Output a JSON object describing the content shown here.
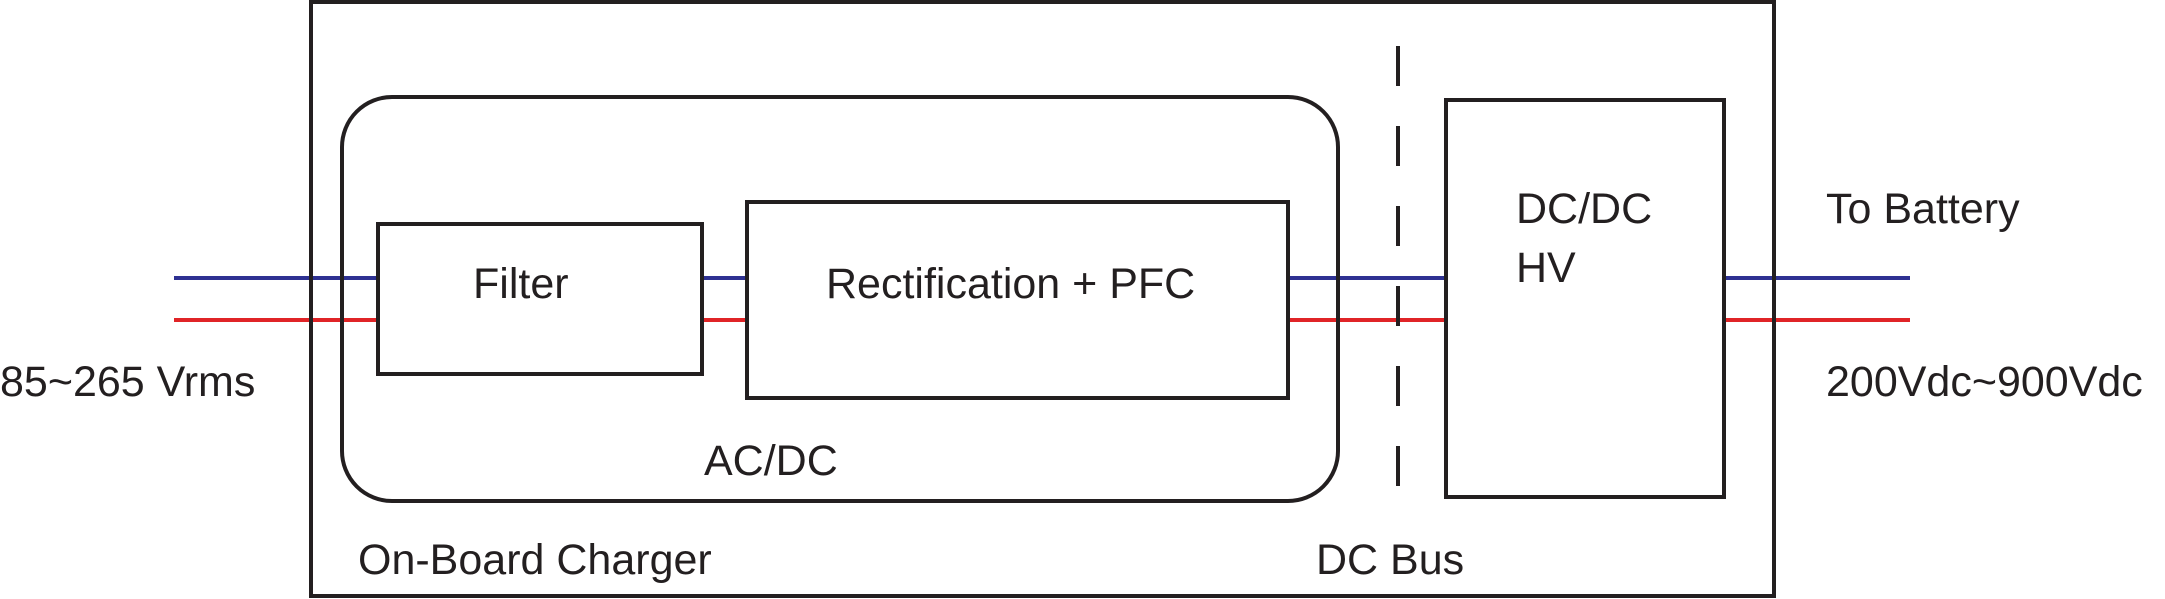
{
  "labels": {
    "input_voltage": "85~265 Vrms",
    "filter": "Filter",
    "rectification": "Rectification + PFC",
    "acdc": "AC/DC",
    "onboard_charger": "On-Board Charger",
    "dc_bus": "DC Bus",
    "dcdc_line1": "DC/DC",
    "dcdc_line2": "HV",
    "to_battery": "To Battery",
    "output_voltage": "200Vdc~900Vdc"
  },
  "colors": {
    "outline": "#231f20",
    "positive_line": "#2e3192",
    "negative_line": "#e02427"
  }
}
